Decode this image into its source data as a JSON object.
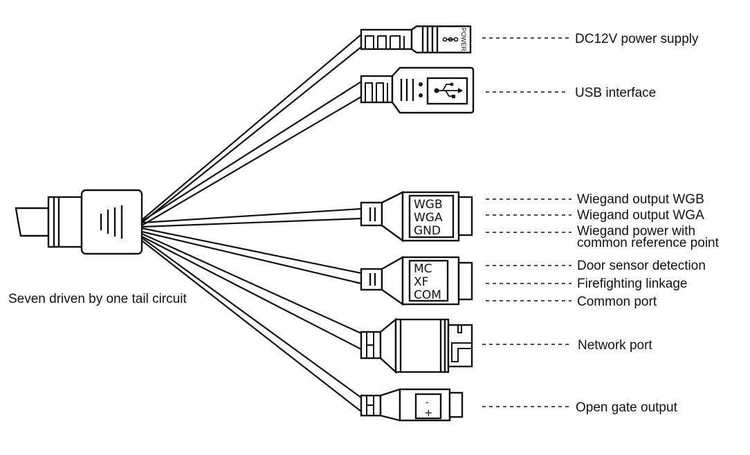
{
  "tail_label": "Seven driven by one tail circuit",
  "connectors": {
    "power": {
      "label": "DC12V power supply",
      "marking": "POWER"
    },
    "usb": {
      "label": "USB interface"
    },
    "wiegand": {
      "labels": [
        "Wiegand output WGB",
        "Wiegand output WGA",
        "Wiegand power with",
        "common reference point"
      ],
      "markings": [
        "WGB",
        "WGA",
        "GND"
      ]
    },
    "door": {
      "labels": [
        "Door sensor detection",
        "Firefighting linkage",
        "Common port"
      ],
      "markings": [
        "MC",
        "XF",
        "COM"
      ]
    },
    "network": {
      "label": "Network port"
    },
    "gate": {
      "label": "Open gate output",
      "markings": [
        "-",
        "+"
      ]
    }
  },
  "colors": {
    "line": "#111111",
    "background": "#ffffff"
  }
}
